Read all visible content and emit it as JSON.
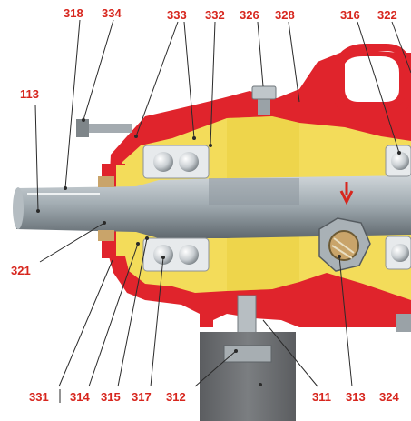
{
  "diagram": {
    "labels": {
      "l113": "113",
      "l318": "318",
      "l334": "334",
      "l333": "333",
      "l332": "332",
      "l326": "326",
      "l328": "328",
      "l316": "316",
      "l322": "322",
      "l321": "321",
      "l331": "331",
      "l314": "314",
      "l315": "315",
      "l317": "317",
      "l312": "312",
      "l311": "311",
      "l313": "313",
      "l324": "324"
    },
    "colors": {
      "housing_red": "#e0242c",
      "oil_yellow": "#f3dc5a",
      "shaft_grey": "#9aa4ab",
      "bearing_silver": "#d9dde0",
      "foot_grey": "#6d6f72",
      "label_red": "#d7261e",
      "flow_arrow": "#d7261e"
    }
  }
}
